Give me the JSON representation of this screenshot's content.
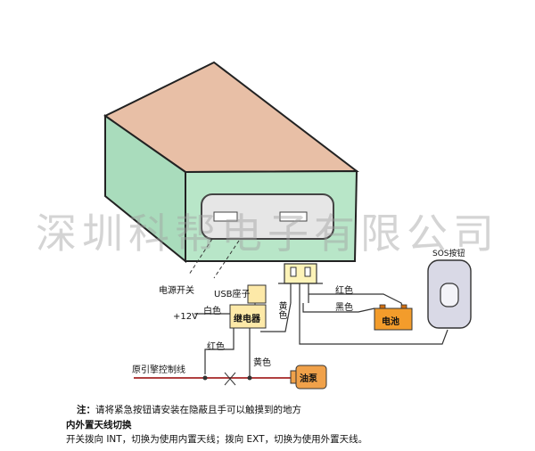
{
  "watermark": "深圳科帮电子有限公司",
  "labels": {
    "power_switch": "电源开关",
    "usb_port": "USB座子",
    "sos_button": "SOS按钮",
    "red_top": "红色",
    "black": "黑色",
    "battery": "电池",
    "yellow_vertical": "黄色",
    "white": "白色",
    "plus12v": "+12V",
    "relay": "继电器",
    "red_bottom": "红色",
    "yellow_bottom": "黄色",
    "ignition_wire": "原引擎控制线",
    "fuel_pump": "油泵"
  },
  "notes": {
    "prefix": "注：",
    "line1": "请将紧急按钮请安装在隐蔽且手可以触摸到的地方",
    "line2": "内外置天线切换",
    "line3": "开关拨向 INT，切换为使用内置天线；拨向 EXT，切换为使用外置天线。"
  },
  "colors": {
    "box_top": "#e8bfa6",
    "box_front": "#b8e6c8",
    "box_side": "#a9dcbc",
    "relay_fill": "#fde9a8",
    "battery_fill": "#f39c2b",
    "fuel_pump_fill": "#f0a14a",
    "sos_fill": "#d9d9e6",
    "wire_red": "#b04040"
  }
}
